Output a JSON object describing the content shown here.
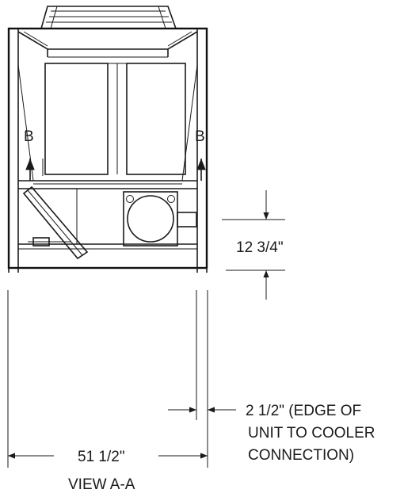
{
  "labels": {
    "section_left": "B",
    "section_right": "B",
    "height_dim": "12 3/4\"",
    "offset_dim_line1": "2 1/2\" (EDGE OF",
    "offset_dim_line2": "UNIT TO COOLER",
    "offset_dim_line3": "CONNECTION)",
    "width_dim": "51 1/2\"",
    "view_title": "VIEW A-A"
  }
}
